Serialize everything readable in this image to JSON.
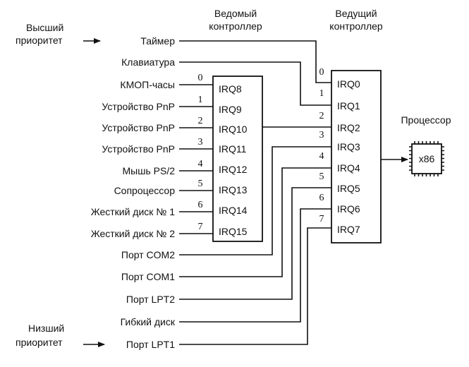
{
  "titles": {
    "slave": [
      "Ведомый",
      "контроллер"
    ],
    "master": [
      "Ведущий",
      "контроллер"
    ],
    "cpu": "Процессор",
    "cpu_chip": "x86"
  },
  "priority": {
    "high": [
      "Высший",
      "приоритет"
    ],
    "low": [
      "Низший",
      "приоритет"
    ]
  },
  "slave_irqs": [
    "IRQ8",
    "IRQ9",
    "IRQ10",
    "IRQ11",
    "IRQ12",
    "IRQ13",
    "IRQ14",
    "IRQ15"
  ],
  "master_irqs": [
    "IRQ0",
    "IRQ1",
    "IRQ2",
    "IRQ3",
    "IRQ4",
    "IRQ5",
    "IRQ6",
    "IRQ7"
  ],
  "pin_numbers": [
    "0",
    "1",
    "2",
    "3",
    "4",
    "5",
    "6",
    "7"
  ],
  "slave_devices": [
    "КМОП-часы",
    "Устройство PnP",
    "Устройство PnP",
    "Устройство PnP",
    "Мышь PS/2",
    "Сопроцессор",
    "Жесткий диск № 1",
    "Жесткий диск № 2"
  ],
  "master_devices": {
    "timer": "Таймер",
    "keyboard": "Клавиатура",
    "com2": "Порт COM2",
    "com1": "Порт COM1",
    "lpt2": "Порт LPT2",
    "floppy": "Гибкий диск",
    "lpt1": "Порт LPT1"
  }
}
